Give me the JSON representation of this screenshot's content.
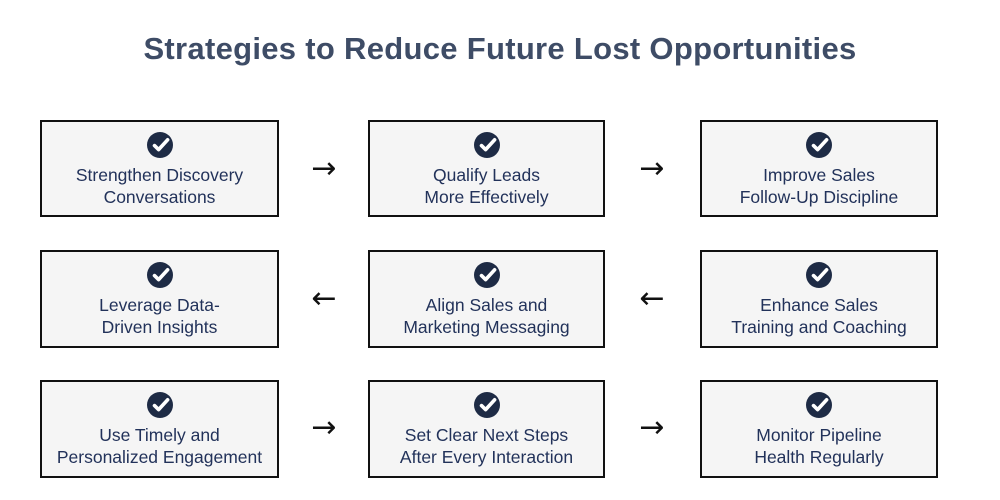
{
  "title": "Strategies to Reduce Future Lost Opportunities",
  "steps": [
    {
      "icon": "check-circle",
      "label": "Strengthen Discovery\nConversations"
    },
    {
      "icon": "check-circle",
      "label": "Qualify Leads\nMore Effectively"
    },
    {
      "icon": "check-circle",
      "label": "Improve Sales\nFollow-Up Discipline"
    },
    {
      "icon": "check-circle",
      "label": "Leverage Data-\nDriven Insights"
    },
    {
      "icon": "check-circle",
      "label": "Align Sales and\nMarketing Messaging"
    },
    {
      "icon": "check-circle",
      "label": "Enhance Sales\nTraining and Coaching"
    },
    {
      "icon": "check-circle",
      "label": "Use Timely and\nPersonalized Engagement"
    },
    {
      "icon": "check-circle",
      "label": "Set Clear Next Steps\nAfter Every Interaction"
    },
    {
      "icon": "check-circle",
      "label": "Monitor Pipeline\nHealth Regularly"
    }
  ],
  "arrows": [
    {
      "glyph": "→",
      "direction": "right"
    },
    {
      "glyph": "→",
      "direction": "right"
    },
    {
      "glyph": "←",
      "direction": "left"
    },
    {
      "glyph": "←",
      "direction": "left"
    },
    {
      "glyph": "→",
      "direction": "right"
    },
    {
      "glyph": "→",
      "direction": "right"
    }
  ],
  "colors": {
    "background": "#ffffff",
    "title": "#3e4c66",
    "box_background": "#f5f5f5",
    "box_border": "#111111",
    "box_text": "#22325a",
    "icon_circle": "#1e2b45",
    "icon_check": "#ffffff",
    "arrow": "#111111"
  }
}
